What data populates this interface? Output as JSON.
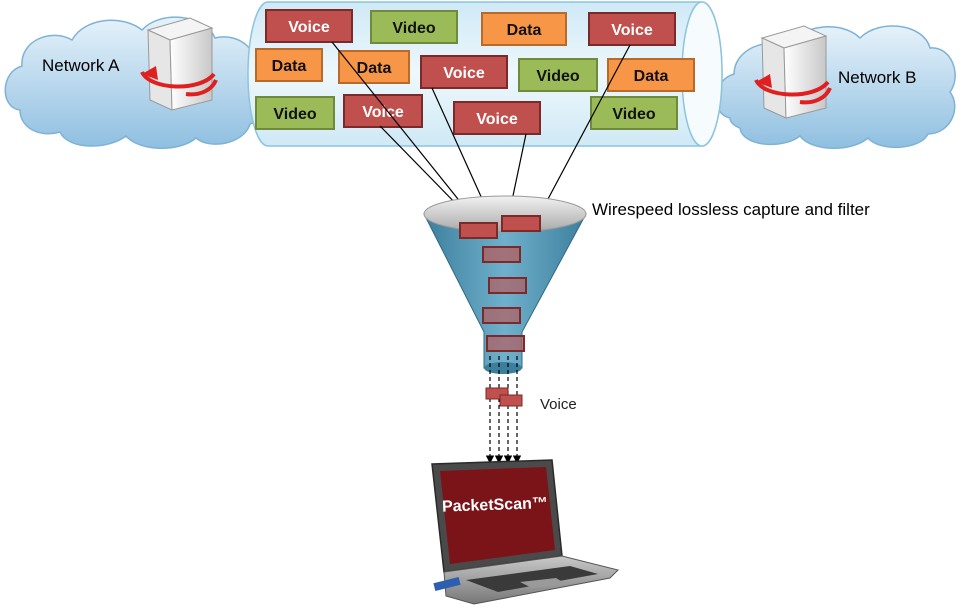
{
  "networks": {
    "a_label": "Network A",
    "b_label": "Network B"
  },
  "pipe": {
    "packets": [
      {
        "label": "Voice",
        "kind": "voice"
      },
      {
        "label": "Video",
        "kind": "video"
      },
      {
        "label": "Data",
        "kind": "data"
      },
      {
        "label": "Voice",
        "kind": "voice"
      },
      {
        "label": "Data",
        "kind": "data"
      },
      {
        "label": "Data",
        "kind": "data"
      },
      {
        "label": "Voice",
        "kind": "voice"
      },
      {
        "label": "Video",
        "kind": "video"
      },
      {
        "label": "Data",
        "kind": "data"
      },
      {
        "label": "Video",
        "kind": "video"
      },
      {
        "label": "Voice",
        "kind": "voice"
      },
      {
        "label": "Voice",
        "kind": "voice"
      },
      {
        "label": "Video",
        "kind": "video"
      }
    ]
  },
  "funnel": {
    "caption": "Wirespeed lossless capture and filter",
    "output_label": "Voice"
  },
  "laptop": {
    "screen_text": "PacketScan™"
  },
  "colors": {
    "voice": "#c0504d",
    "video": "#9bbb59",
    "data": "#f79646",
    "pipe": "#dff0f8",
    "funnel": "#4f93b0",
    "laptop_screen": "#7a1418"
  }
}
